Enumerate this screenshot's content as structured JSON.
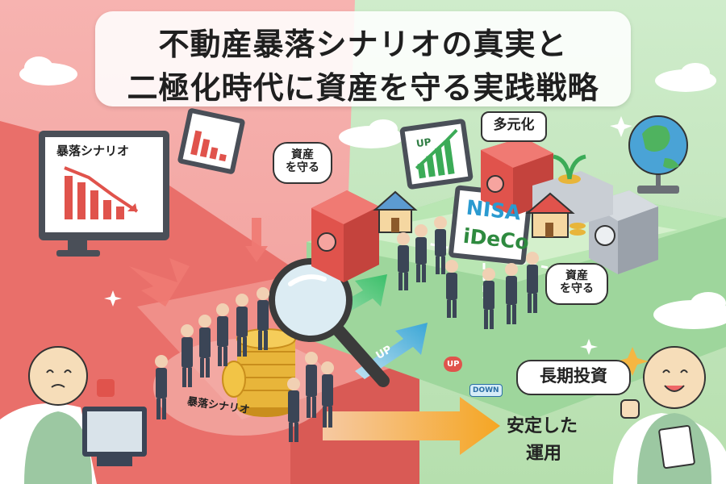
{
  "title": {
    "line1": "不動産暴落シナリオの真実と",
    "line2": "二極化時代に資産を守る実践戦略"
  },
  "monitor_left": {
    "label": "暴落シナリオ"
  },
  "bubble_protect_left": {
    "line1": "資産",
    "line2": "を守る"
  },
  "tag_diversify": "多元化",
  "chart_up_label": "UP",
  "nisa_board": {
    "line1": "NISA",
    "line2": "iDeCo"
  },
  "bubble_protect_right": {
    "line1": "資産",
    "line2": "を守る"
  },
  "floor_label": "暴落シナリオ",
  "arrow_up_labels": [
    "UP",
    "UP"
  ],
  "arrow_down_label": "DOWN",
  "bubble_long_term": "長期投資",
  "bubble_stable": {
    "line1": "安定した",
    "line2": "運用"
  },
  "colors": {
    "left_bg": "#f3a7a4",
    "right_bg": "#bfe3b8",
    "crash_red": "#e0534c",
    "growth_green": "#3bab57",
    "gold": "#e8b53a"
  }
}
